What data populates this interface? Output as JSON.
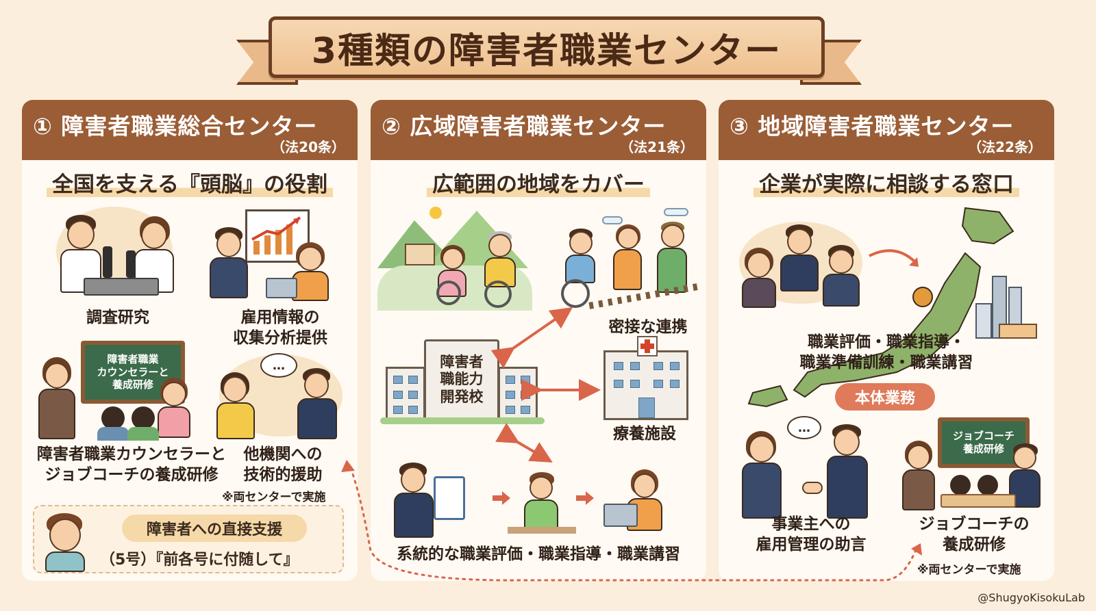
{
  "title": "3種類の障害者職業センター",
  "panels": [
    {
      "name": "① 障害者職業総合センター",
      "article": "（法20条）",
      "subtitle": "全国を支える『頭脳』の役割",
      "items": [
        {
          "label": "調査研究"
        },
        {
          "label": "雇用情報の\n収集分析提供"
        },
        {
          "label": "障害者職業カウンセラーと\nジョブコーチの養成研修",
          "board": "障害者職業\nカウンセラーと\n養成研修"
        },
        {
          "label": "他機関への\n技術的援助",
          "bubble": "…"
        }
      ],
      "note": "※両センターで実施",
      "support_pill": "障害者への直接支援",
      "support_text": "（5号）『前各号に付随して』"
    },
    {
      "name": "② 広域障害者職業センター",
      "article": "（法21条）",
      "subtitle": "広範囲の地域をカバー",
      "school_label": "障害者\n職能力\n開発校",
      "labels": {
        "cooperation": "密接な連携",
        "facility": "療養施設",
        "bottom": "系統的な職業評価・職業指導・職業講習"
      }
    },
    {
      "name": "③ 地域障害者職業センター",
      "article": "（法22条）",
      "subtitle": "企業が実際に相談する窓口",
      "core_services": "職業評価・職業指導・\n職業準備訓練・職業講習",
      "core_pill": "本体業務",
      "items": [
        {
          "label": "事業主への\n雇用管理の助言",
          "bubble": "…"
        },
        {
          "label": "ジョブコーチの\n養成研修",
          "board": "ジョブコーチ\n養成研修"
        }
      ],
      "note": "※両センターで実施"
    }
  ],
  "watermark": "@ShugyoKisokuLab",
  "colors": {
    "header": "#9a5d36",
    "background": "#fbeedd",
    "panel": "#fffaf3",
    "accent": "#df7a5a",
    "highlight": "#f6d9a8"
  }
}
